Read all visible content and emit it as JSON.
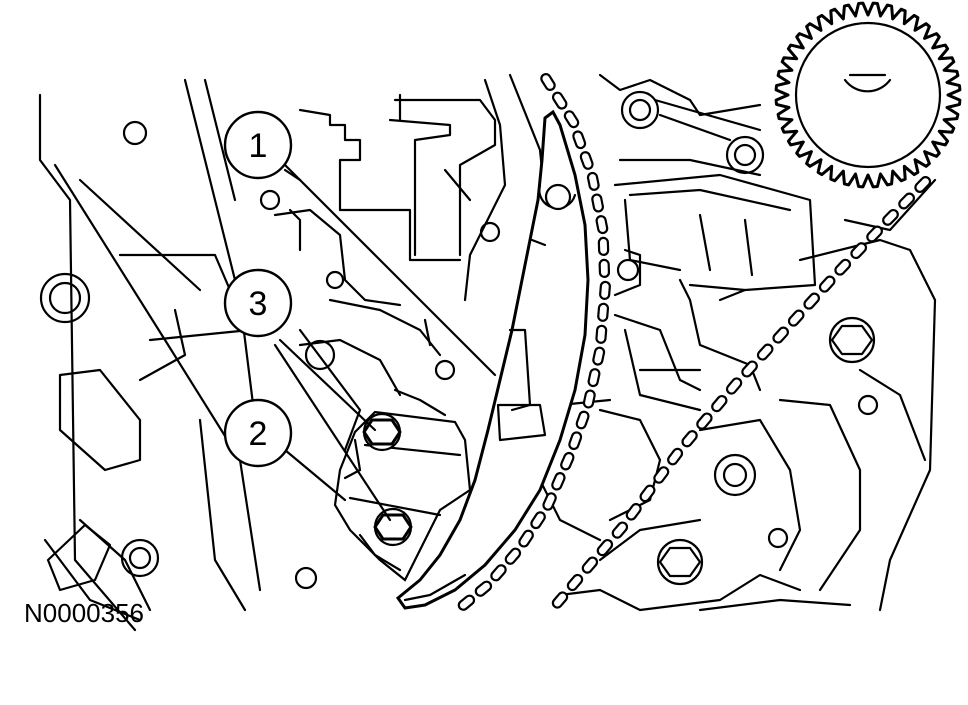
{
  "figure_code": "N0000356",
  "callouts": [
    {
      "number": "1"
    },
    {
      "number": "3"
    },
    {
      "number": "2"
    }
  ]
}
